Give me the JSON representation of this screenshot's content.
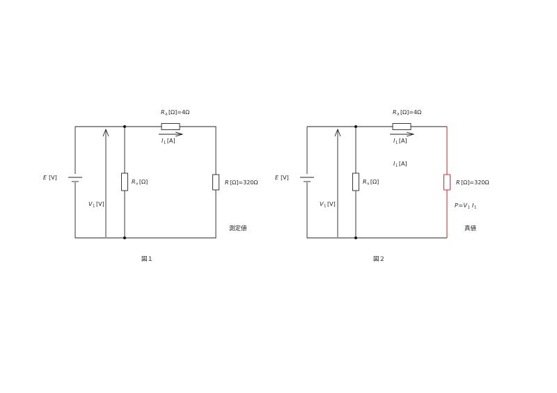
{
  "figure1": {
    "label_E": "E",
    "unit_E": "[V]",
    "label_V": "V",
    "sub_V": "1",
    "unit_V": "[V]",
    "label_Rv": "R",
    "sub_Rv": "v",
    "unit_Rv": "[Ω]",
    "label_Ra": "R",
    "sub_Ra": "a",
    "unit_Ra": "[Ω]=4Ω",
    "label_I": "I",
    "sub_I": "1",
    "unit_I": "[A]",
    "label_R": "R",
    "unit_R": "[Ω]=320Ω",
    "annotation": "測定値",
    "caption": "図１"
  },
  "figure2": {
    "label_E": "E",
    "unit_E": "[V]",
    "label_V": "V",
    "sub_V": "1",
    "unit_V": "[V]",
    "label_Rv": "R",
    "sub_Rv": "v",
    "unit_Rv": "[Ω]",
    "label_Ra": "R",
    "sub_Ra": "a",
    "unit_Ra": "[Ω]=4Ω",
    "label_I_top": "I",
    "sub_I_top": "1",
    "unit_I_top": "[A]",
    "label_I_mid": "I",
    "sub_I_mid": "1",
    "unit_I_mid": "[A]",
    "label_R": "R",
    "unit_R": "[Ω]=320Ω",
    "power_P": "P",
    "power_eq": "=",
    "power_V": "V",
    "power_Vsub": "1",
    "power_I": "I",
    "power_Isub": "1",
    "annotation": "真値",
    "caption": "図２"
  },
  "colors": {
    "wire": "#222222",
    "highlight": "#d03030"
  }
}
